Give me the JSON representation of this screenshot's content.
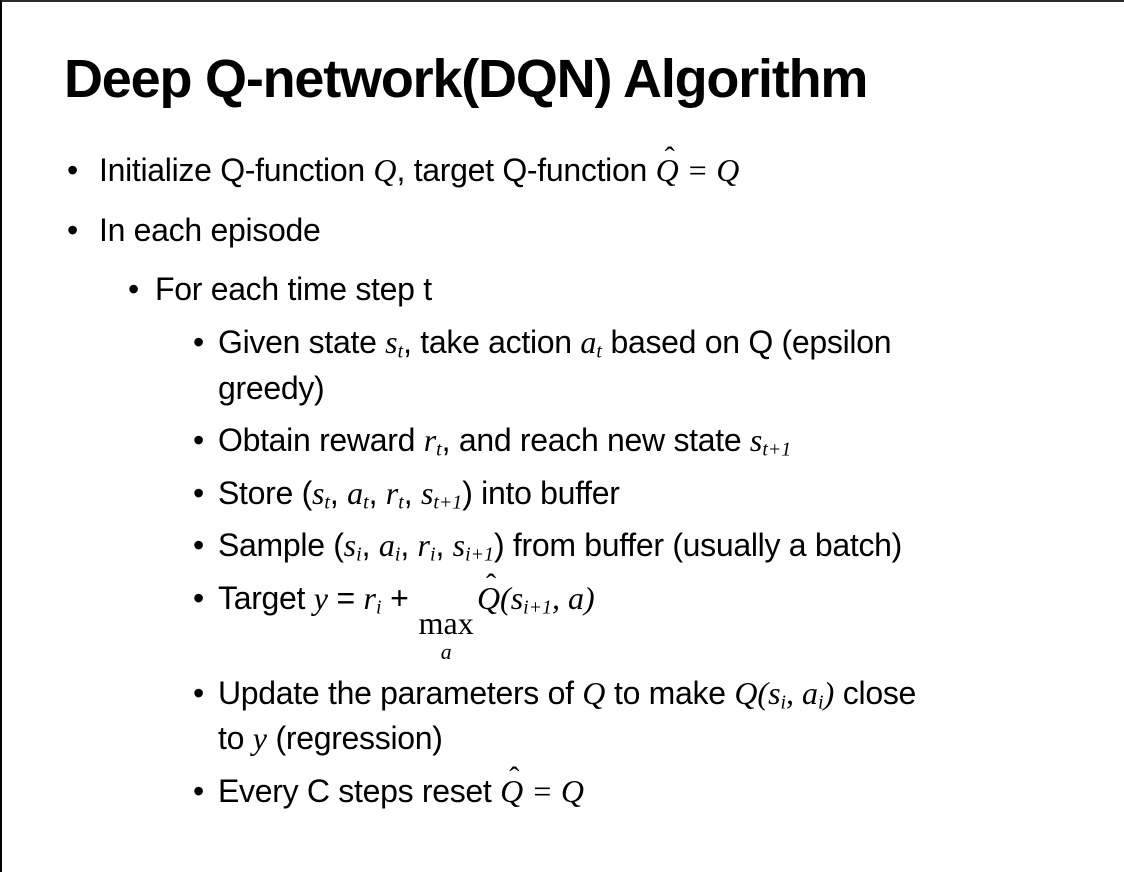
{
  "colors": {
    "background": "#ffffff",
    "text": "#000000",
    "border": "#000000"
  },
  "slide": {
    "title": "Deep Q-network(DQN) Algorithm",
    "bullet_glyph": "•",
    "bullets": [
      {
        "level": 1,
        "segments": [
          {
            "type": "t",
            "text": "Initialize Q-function "
          },
          {
            "type": "m",
            "text": "Q"
          },
          {
            "type": "t",
            "text": ", target Q-function "
          },
          {
            "type": "qhat",
            "base": "Q",
            "hat": "ˆ"
          },
          {
            "type": "m",
            "text": " = Q"
          }
        ]
      },
      {
        "level": 1,
        "segments": [
          {
            "type": "t",
            "text": "In each episode"
          }
        ]
      },
      {
        "level": 2,
        "segments": [
          {
            "type": "t",
            "text": "For each time step t"
          }
        ]
      },
      {
        "level": 3,
        "segments": [
          {
            "type": "t",
            "text": "Given state "
          },
          {
            "type": "sub",
            "base": "s",
            "sub": "t"
          },
          {
            "type": "t",
            "text": ", take action "
          },
          {
            "type": "sub",
            "base": "a",
            "sub": "t"
          },
          {
            "type": "t",
            "text": " based on Q (epsilon"
          },
          {
            "type": "br"
          },
          {
            "type": "t",
            "text": "greedy)"
          }
        ]
      },
      {
        "level": 3,
        "segments": [
          {
            "type": "t",
            "text": "Obtain reward "
          },
          {
            "type": "sub",
            "base": "r",
            "sub": "t"
          },
          {
            "type": "t",
            "text": ", and reach new state "
          },
          {
            "type": "sub",
            "base": "s",
            "sub": "t+1"
          }
        ]
      },
      {
        "level": 3,
        "segments": [
          {
            "type": "t",
            "text": "Store ("
          },
          {
            "type": "sub",
            "base": "s",
            "sub": "t"
          },
          {
            "type": "t",
            "text": ", "
          },
          {
            "type": "sub",
            "base": "a",
            "sub": "t"
          },
          {
            "type": "t",
            "text": ", "
          },
          {
            "type": "sub",
            "base": "r",
            "sub": "t"
          },
          {
            "type": "t",
            "text": ", "
          },
          {
            "type": "sub",
            "base": "s",
            "sub": "t+1"
          },
          {
            "type": "t",
            "text": ") into buffer"
          }
        ]
      },
      {
        "level": 3,
        "segments": [
          {
            "type": "t",
            "text": "Sample ("
          },
          {
            "type": "sub",
            "base": "s",
            "sub": "i"
          },
          {
            "type": "t",
            "text": ", "
          },
          {
            "type": "sub",
            "base": "a",
            "sub": "i"
          },
          {
            "type": "t",
            "text": ", "
          },
          {
            "type": "sub",
            "base": "r",
            "sub": "i"
          },
          {
            "type": "t",
            "text": ", "
          },
          {
            "type": "sub",
            "base": "s",
            "sub": "i+1"
          },
          {
            "type": "t",
            "text": ") from buffer (usually a batch)"
          }
        ]
      },
      {
        "level": 3,
        "segments": [
          {
            "type": "t",
            "text": "Target "
          },
          {
            "type": "m",
            "text": "y"
          },
          {
            "type": "t",
            "text": " = "
          },
          {
            "type": "sub",
            "base": "r",
            "sub": "i"
          },
          {
            "type": "t",
            "text": " + "
          },
          {
            "type": "maxunder",
            "top": "max",
            "under": "a"
          },
          {
            "type": "qhat",
            "base": "Q",
            "hat": "ˆ"
          },
          {
            "type": "m",
            "text": "("
          },
          {
            "type": "sub",
            "base": "s",
            "sub": "i+1"
          },
          {
            "type": "m",
            "text": ", a)"
          }
        ]
      },
      {
        "level": 3,
        "segments": [
          {
            "type": "t",
            "text": "Update the parameters of "
          },
          {
            "type": "m",
            "text": "Q"
          },
          {
            "type": "t",
            "text": " to make "
          },
          {
            "type": "m",
            "text": "Q("
          },
          {
            "type": "sub",
            "base": "s",
            "sub": "i"
          },
          {
            "type": "m",
            "text": ", "
          },
          {
            "type": "sub",
            "base": "a",
            "sub": "i"
          },
          {
            "type": "m",
            "text": ")"
          },
          {
            "type": "t",
            "text": " close"
          },
          {
            "type": "br"
          },
          {
            "type": "t",
            "text": "to "
          },
          {
            "type": "m",
            "text": "y"
          },
          {
            "type": "t",
            "text": " (regression)"
          }
        ]
      },
      {
        "level": 3,
        "segments": [
          {
            "type": "t",
            "text": "Every C steps reset "
          },
          {
            "type": "qhat",
            "base": "Q",
            "hat": "ˆ"
          },
          {
            "type": "m",
            "text": " = Q"
          }
        ]
      }
    ]
  }
}
